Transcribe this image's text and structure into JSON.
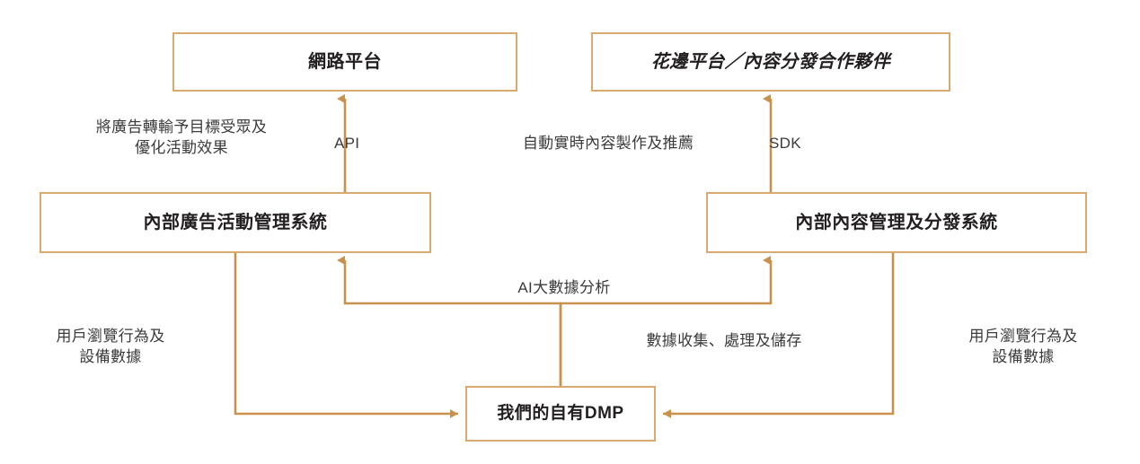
{
  "diagram": {
    "title": "DMP data flow architecture",
    "colors": {
      "box_border": "#D9A96E",
      "connector": "#C8924E",
      "box_fill": "#FFFFFF",
      "node_text": "#231F20",
      "label_text": "#3B3B3B"
    },
    "nodes": [
      {
        "id": "web-platform",
        "label": "網路平台",
        "italic": false
      },
      {
        "id": "lace-platform",
        "label": "花邊平台／內容分發合作夥伴",
        "italic": true
      },
      {
        "id": "ad-campaign-system",
        "label": "內部廣告活動管理系統",
        "italic": false
      },
      {
        "id": "content-system",
        "label": "內部內容管理及分發系統",
        "italic": false
      },
      {
        "id": "dmp",
        "label": "我們的自有DMP",
        "italic": false
      }
    ],
    "edge_labels": [
      {
        "id": "ad-delivery",
        "text": "將廣告轉輸予目標受眾及\n優化活動效果"
      },
      {
        "id": "api",
        "text": "API"
      },
      {
        "id": "content-auto",
        "text": "自動實時內容製作及推薦"
      },
      {
        "id": "sdk",
        "text": "SDK"
      },
      {
        "id": "ai-analytics",
        "text": "AI大數據分析"
      },
      {
        "id": "data-pipe",
        "text": "數據收集、處理及儲存"
      },
      {
        "id": "user-left",
        "text": "用戶瀏覽行為及\n設備數據"
      },
      {
        "id": "user-right",
        "text": "用戶瀏覽行為及\n設備數據"
      }
    ]
  }
}
